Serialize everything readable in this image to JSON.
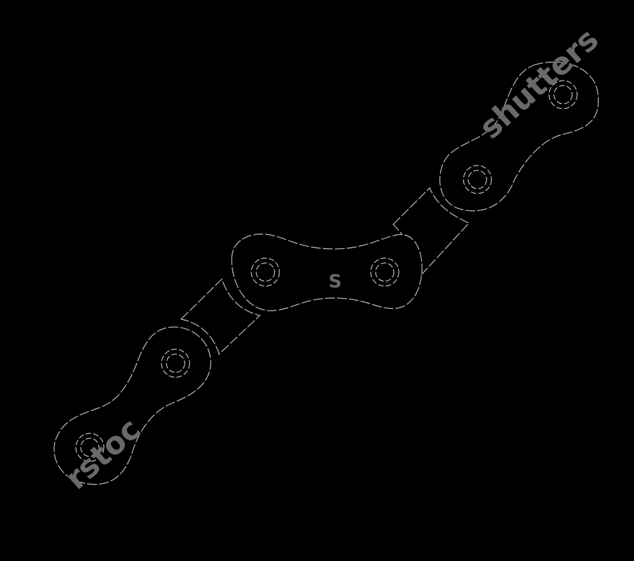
{
  "image": {
    "subject": "bicycle chain segment",
    "background_color": "#000000",
    "shape_color": "#000000",
    "outline_color": "#bdbdbd",
    "watermark": {
      "top_text": "shutters",
      "bottom_text": "rstoc",
      "center_glyph": "S",
      "color": "#6a6a6a"
    },
    "links": [
      {
        "type": "outer-plate",
        "position": "top-right"
      },
      {
        "type": "connector",
        "position": "upper-middle"
      },
      {
        "type": "outer-plate",
        "position": "center"
      },
      {
        "type": "connector",
        "position": "lower-middle"
      },
      {
        "type": "outer-plate",
        "position": "bottom-left"
      }
    ]
  }
}
